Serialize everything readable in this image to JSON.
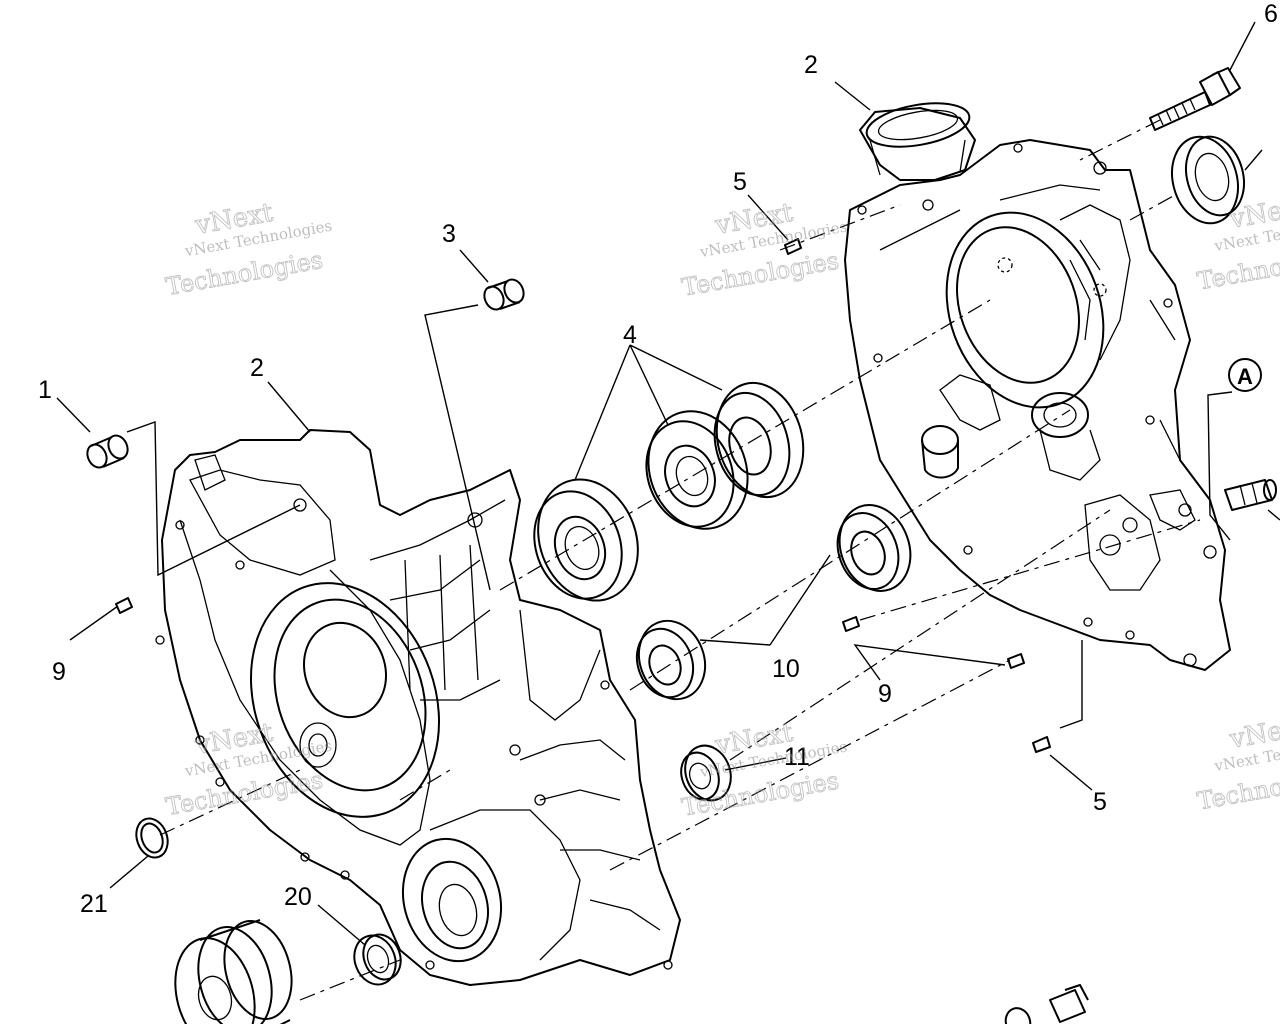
{
  "callouts": {
    "c1": "1",
    "c2a": "2",
    "c2b": "2",
    "c3": "3",
    "c4": "4",
    "c5a": "5",
    "c5b": "5",
    "c6": "6",
    "c9a": "9",
    "c9b": "9",
    "c10": "10",
    "c11": "11",
    "c20": "20",
    "c21": "21",
    "cA": "A"
  },
  "watermark": {
    "line1": "vNext Technologies",
    "line2": "vNext",
    "line3": "Technologies"
  }
}
